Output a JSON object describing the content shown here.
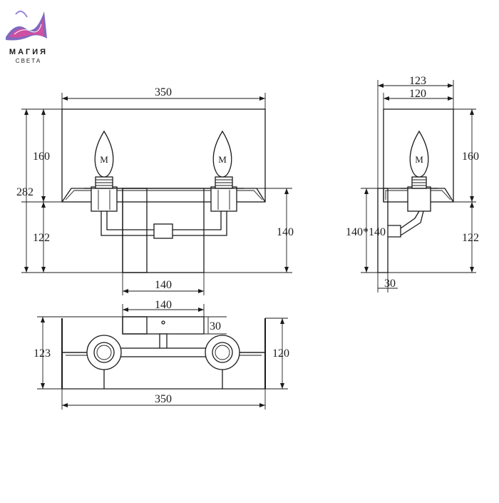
{
  "brand": {
    "name": "МАГИЯ",
    "subtitle": "СВЕТА",
    "primary_color": "#6a4fb5",
    "accent_color": "#e04a9a"
  },
  "front_view": {
    "width": "350",
    "upper_height": "160",
    "lower_height": "122",
    "total_height": "282",
    "backplate_height": "140",
    "backplate_width": "140"
  },
  "side_view": {
    "depth_outer": "123",
    "depth_inner": "120",
    "upper_height": "160",
    "lower_height": "122",
    "backplate_size": "140*140",
    "backplate_thickness": "30"
  },
  "top_view": {
    "backplate_width": "140",
    "backplate_depth": "30",
    "depth_left": "123",
    "depth_right": "120",
    "width": "350"
  },
  "bulb_mark": "M"
}
